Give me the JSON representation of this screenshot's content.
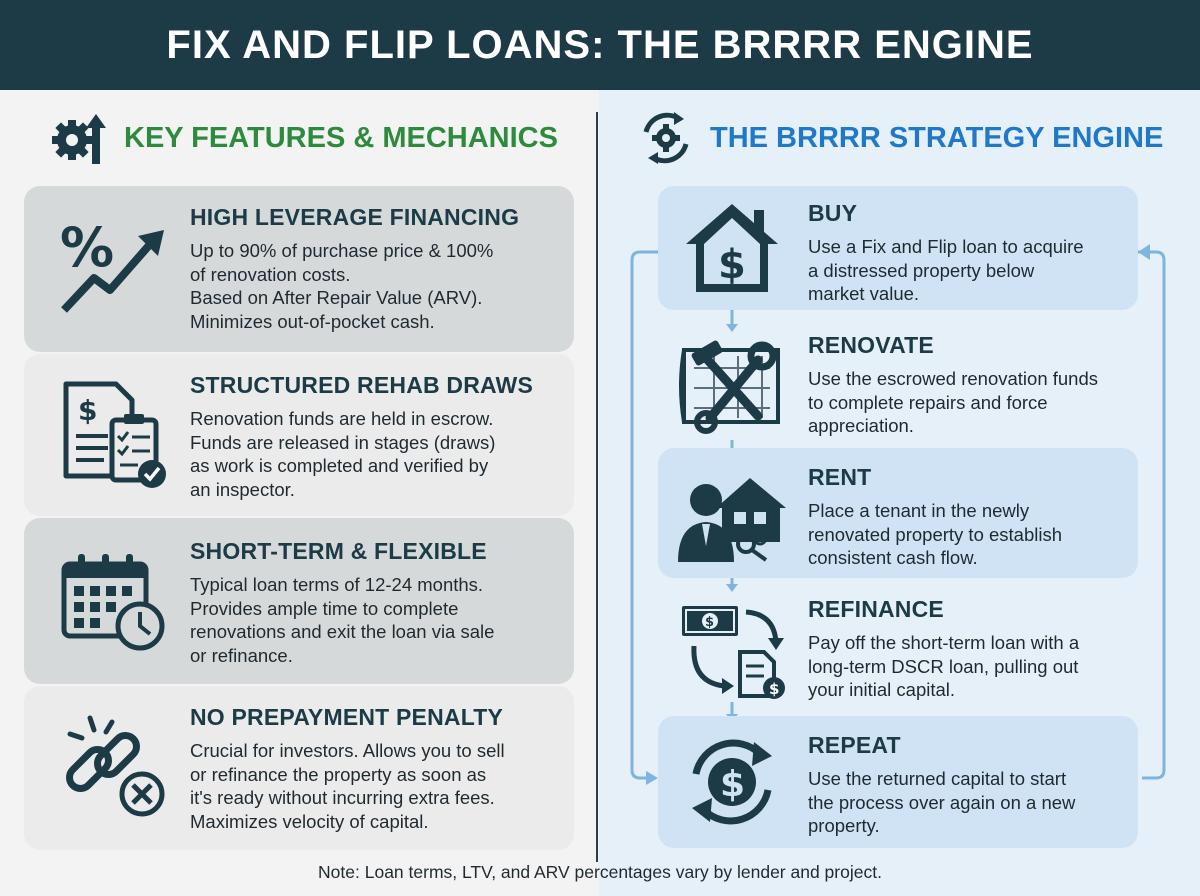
{
  "header": {
    "title": "FIX AND FLIP LOANS: THE BRRRR ENGINE"
  },
  "left": {
    "title": "KEY FEATURES & MECHANICS",
    "cards": [
      {
        "heading": "HIGH LEVERAGE FINANCING",
        "lines": [
          "Up to 90% of purchase price & 100%",
          "of renovation costs.",
          "Based on After Repair Value (ARV).",
          "Minimizes out-of-pocket cash."
        ],
        "icon": "percent-growth-arrow-icon"
      },
      {
        "heading": "STRUCTURED REHAB DRAWS",
        "lines": [
          "Renovation funds are held in escrow.",
          "Funds are released in stages (draws)",
          "as work is completed and verified by",
          "an inspector."
        ],
        "icon": "document-checklist-icon"
      },
      {
        "heading": "SHORT-TERM & FLEXIBLE",
        "lines": [
          "Typical loan terms of 12-24 months.",
          "Provides ample time to complete",
          "renovations and exit the loan via sale",
          "or refinance."
        ],
        "icon": "calendar-clock-icon"
      },
      {
        "heading": "NO PREPAYMENT PENALTY",
        "lines": [
          "Crucial for investors. Allows you to sell",
          "or refinance the property as soon as",
          "it's ready without incurring extra fees.",
          "Maximizes velocity of capital."
        ],
        "icon": "broken-chain-icon"
      }
    ]
  },
  "right": {
    "title": "THE BRRRR STRATEGY ENGINE",
    "steps": [
      {
        "heading": "BUY",
        "lines": [
          "Use a Fix and Flip loan to acquire",
          "a distressed property below",
          "market value."
        ],
        "icon": "house-dollar-icon"
      },
      {
        "heading": "RENOVATE",
        "lines": [
          "Use the escrowed renovation funds",
          "to complete repairs and force",
          "appreciation."
        ],
        "icon": "tools-blueprint-icon"
      },
      {
        "heading": "RENT",
        "lines": [
          "Place a tenant in the newly",
          "renovated property to establish",
          "consistent cash flow."
        ],
        "icon": "tenant-house-keys-icon"
      },
      {
        "heading": "REFINANCE",
        "lines": [
          "Pay off the short-term loan with a",
          "long-term DSCR loan, pulling out",
          "your initial capital."
        ],
        "icon": "cash-exchange-icon"
      },
      {
        "heading": "REPEAT",
        "lines": [
          "Use the returned capital to start",
          "the process over again on a new",
          "property."
        ],
        "icon": "cycle-dollar-icon"
      }
    ]
  },
  "footer": {
    "note": "Note: Loan terms, LTV, and ARV percentages vary by lender and project."
  },
  "colors": {
    "header_bg": "#1c3b47",
    "left_accent": "#2e8b3d",
    "right_accent": "#1f78c8",
    "icon": "#1c3b47",
    "step_card": "#cfe3f4",
    "cycle_line": "#7db5e0"
  }
}
